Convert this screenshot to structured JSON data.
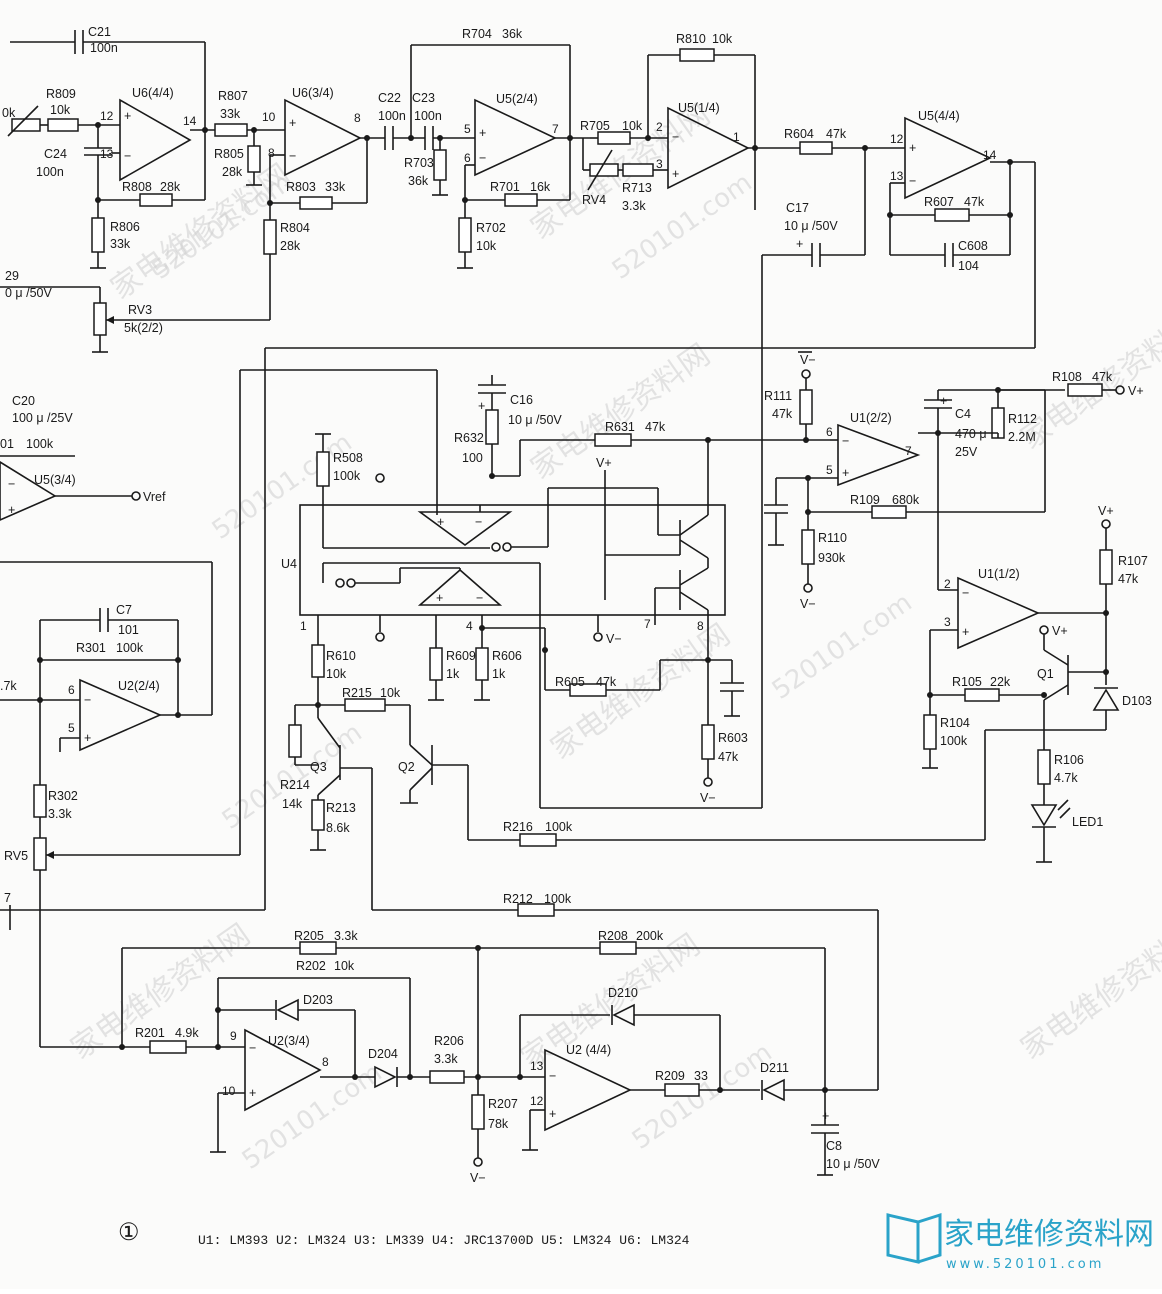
{
  "labels": {
    "c21": "C21",
    "c21v": "100n",
    "r809": "R809",
    "r809v": "10k",
    "vk": "0k",
    "c24": "C24",
    "c24v": "100n",
    "u6a": "U6(4/4)",
    "r807": "R807",
    "r807v": "33k",
    "r805": "R805",
    "r805v": "28k",
    "r808": "R808",
    "r808v": "28k",
    "r806": "R806",
    "r806v": "33k",
    "u6b": "U6(3/4)",
    "r803": "R803",
    "r803v": "33k",
    "r804": "R804",
    "r804v": "28k",
    "c22": "C22",
    "c22v": "100n",
    "c23": "C23",
    "c23v": "100n",
    "r703": "R703",
    "r703v": "36k",
    "r704": "R704",
    "r704v": "36k",
    "u5b": "U5(2/4)",
    "r701": "R701",
    "r701v": "16k",
    "r702": "R702",
    "r702v": "10k",
    "r810": "R810",
    "r810v": "10k",
    "r705": "R705",
    "r705v": "10k",
    "u5a": "U5(1/4)",
    "r713": "R713",
    "r713v": "3.3k",
    "rv4": "RV4",
    "r604": "R604",
    "r604v": "47k",
    "c17": "C17",
    "c17v": "10 μ /50V",
    "u5d": "U5(4/4)",
    "r607": "R607",
    "r607v": "47k",
    "c608": "C608",
    "c608v": "104",
    "c29": "29",
    "c29v": "0 μ /50V",
    "rv3": "RV3",
    "rv3v": "5k(2/2)",
    "c20": "C20",
    "c20v": "100 μ /25V",
    "r01": "01",
    "r01v": "100k",
    "u5c": "U5(3/4)",
    "vref": "Vref",
    "c16": "C16",
    "c16v": "10 μ /50V",
    "r632": "R632",
    "r632v": "100",
    "r631": "R631",
    "r631v": "47k",
    "r508": "R508",
    "r508v": "100k",
    "u4": "U4",
    "vplus": "V+",
    "vminus": "V−",
    "r111": "R111",
    "r111v": "47k",
    "u1b": "U1(2/2)",
    "r109": "R109",
    "r109v": "680k",
    "r110": "R110",
    "r110v": "930k",
    "c4": "C4",
    "c4v": "470 μ",
    "c4v2": "25V",
    "r112": "R112",
    "r112v": "2.2M",
    "r108": "R108",
    "r108v": "47k",
    "r107": "R107",
    "r107v": "47k",
    "u1a": "U1(1/2)",
    "r105": "R105",
    "r105v": "22k",
    "q1": "Q1",
    "d103": "D103",
    "r104": "R104",
    "r104v": "100k",
    "r106": "R106",
    "r106v": "4.7k",
    "led1": "LED1",
    "c7": "C7",
    "c7v": "101",
    "r301": "R301",
    "r301v": "100k",
    "r7k": ".7k",
    "u2b": "U2(2/4)",
    "r302": "R302",
    "r302v": "3.3k",
    "rv5": "RV5",
    "r610": "R610",
    "r610v": "10k",
    "r609": "R609",
    "r609v": "1k",
    "r606": "R606",
    "r606v": "1k",
    "r605": "R605",
    "r605v": "47k",
    "r603": "R603",
    "r603v": "47k",
    "r215": "R215",
    "r215v": "10k",
    "q3": "Q3",
    "q2": "Q2",
    "r214": "R214",
    "r214v": "14k",
    "r213": "R213",
    "r213v": "8.6k",
    "r216": "R216",
    "r216v": "100k",
    "r212": "R212",
    "r212v": "100k",
    "r205": "R205",
    "r205v": "3.3k",
    "r208": "R208",
    "r208v": "200k",
    "r202": "R202",
    "r202v": "10k",
    "d203": "D203",
    "d210": "D210",
    "r201": "R201",
    "r201v": "4.9k",
    "u2c": "U2(3/4)",
    "d204": "D204",
    "r206": "R206",
    "r206v": "3.3k",
    "u2d": "U2 (4/4)",
    "r209": "R209",
    "r209v": "33",
    "d211": "D211",
    "r207": "R207",
    "r207v": "78k",
    "c8": "C8",
    "c8v": "10 μ /50V",
    "p7": "7"
  },
  "footer": {
    "number": "①",
    "parts": "U1: LM393 U2: LM324 U3: LM339 U4: JRC13700D U5: LM324 U6: LM324"
  },
  "watermark": {
    "text": "家电维修资料网",
    "url": "520101.com",
    "logo_text": "家电维修资料网",
    "logo_url": "www.520101.com"
  },
  "colors": {
    "ink": "#1a1a1a",
    "paper": "#fbfbfa",
    "logo": "#2aa3c9"
  }
}
